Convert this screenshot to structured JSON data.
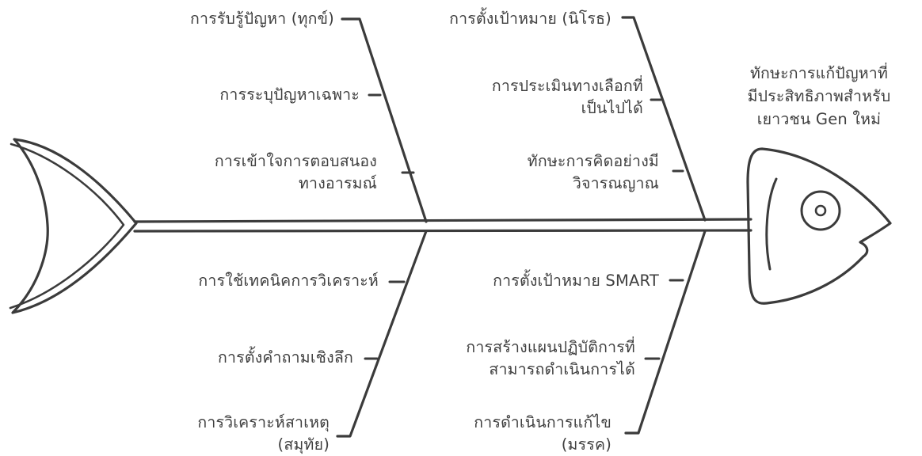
{
  "diagram": {
    "effect": [
      "ทักษะการแก้ปัญหาที่",
      "มีประสิทธิภาพสำหรับ",
      "เยาวชน Gen ใหม่"
    ],
    "causes": {
      "upper_left": [
        [
          "การรับรู้ปัญหา (ทุกข์)"
        ],
        [
          "การระบุปัญหาเฉพาะ"
        ],
        [
          "การเข้าใจการตอบสนอง",
          "ทางอารมณ์"
        ]
      ],
      "upper_right": [
        [
          "การตั้งเป้าหมาย (นิโรธ)"
        ],
        [
          "การประเมินทางเลือกที่",
          "เป็นไปได้"
        ],
        [
          "ทักษะการคิดอย่างมี",
          "วิจารณญาณ"
        ]
      ],
      "lower_left": [
        [
          "การใช้เทคนิคการวิเคราะห์"
        ],
        [
          "การตั้งคำถามเชิงลึก"
        ],
        [
          "การวิเคราะห์สาเหตุ",
          "(สมุทัย)"
        ]
      ],
      "lower_right": [
        [
          "การตั้งเป้าหมาย SMART"
        ],
        [
          "การสร้างแผนปฏิบัติการที่",
          "สามารถดำเนินการได้"
        ],
        [
          "การดำเนินการแก้ไข",
          "(มรรค)"
        ]
      ]
    },
    "colors": {
      "stroke": "#3b3b3b",
      "text": "#3f3f3f"
    }
  }
}
